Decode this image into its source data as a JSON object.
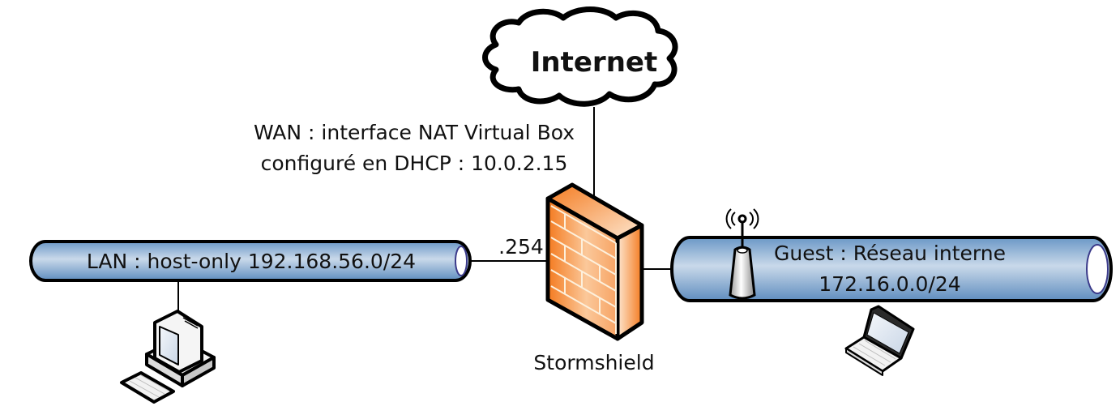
{
  "diagram": {
    "internet": {
      "label": "Internet",
      "icon": "cloud-icon"
    },
    "wan": {
      "line1": "WAN : interface NAT Virtual Box",
      "line2": "configuré en DHCP : 10.0.2.15"
    },
    "firewall": {
      "label": "Stormshield",
      "icon": "firewall-icon",
      "lan_ip_suffix": ".254"
    },
    "lan": {
      "label": "LAN : host-only 192.168.56.0/24",
      "icon": "network-pipe-icon",
      "device": {
        "icon": "desktop-computer-icon"
      }
    },
    "guest": {
      "line1": "Guest : Réseau interne",
      "line2": "172.16.0.0/24",
      "icon": "network-pipe-icon",
      "access_point": {
        "icon": "wireless-access-point-icon"
      },
      "device": {
        "icon": "laptop-icon"
      }
    },
    "colors": {
      "pipe_light": "#c9d9ea",
      "pipe_dark": "#6a97c6",
      "pipe_end_ring": "#3b3a8a",
      "firewall_orange": "#f47b20",
      "firewall_light": "#fde6cf",
      "line": "#000000"
    }
  }
}
